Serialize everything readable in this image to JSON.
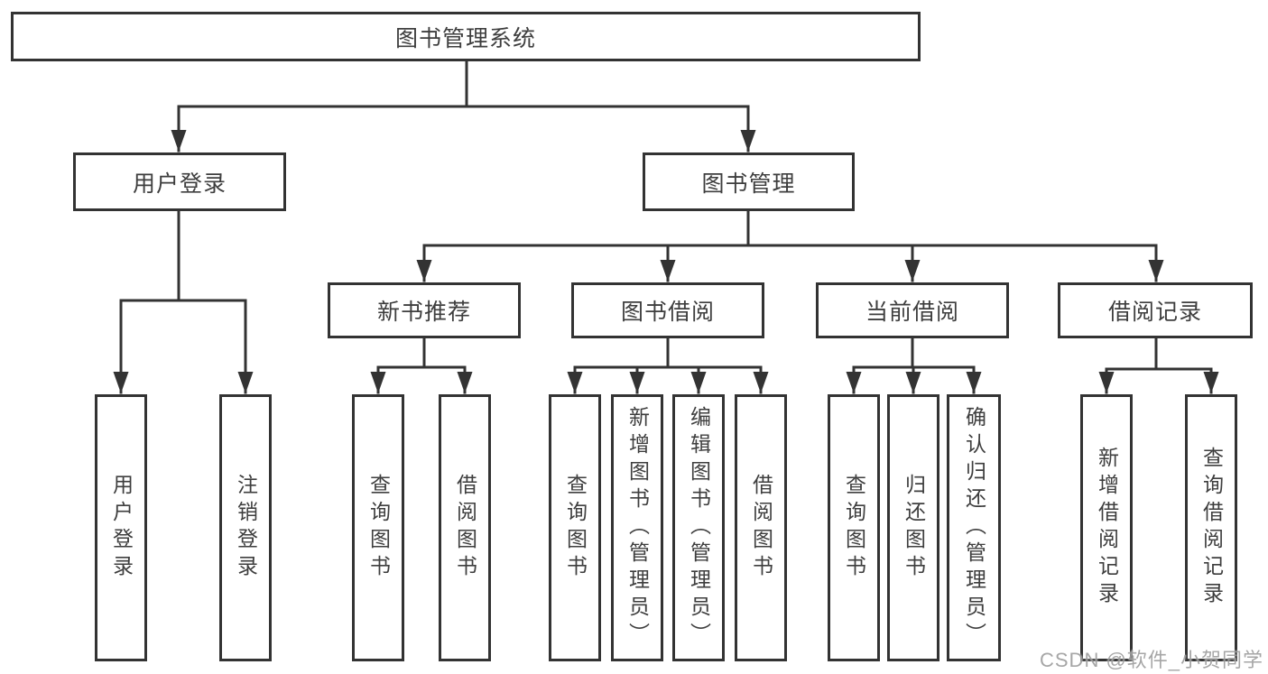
{
  "watermark": "CSDN @软件_小贺同学",
  "colors": {
    "line": "#333333",
    "box_border": "#333333",
    "box_background": "#ffffff",
    "text": "#3e3e3e",
    "watermark_text": "#969696"
  },
  "tree": {
    "root": {
      "label": "图书管理系统",
      "children": [
        {
          "label": "用户登录",
          "children": [
            {
              "label": "用户登录"
            },
            {
              "label": "注销登录"
            }
          ]
        },
        {
          "label": "图书管理",
          "children": [
            {
              "label": "新书推荐",
              "children": [
                {
                  "label": "查询图书"
                },
                {
                  "label": "借阅图书"
                }
              ]
            },
            {
              "label": "图书借阅",
              "children": [
                {
                  "label": "查询图书"
                },
                {
                  "label": "新增图书（管理员）"
                },
                {
                  "label": "编辑图书（管理员）"
                },
                {
                  "label": "借阅图书"
                }
              ]
            },
            {
              "label": "当前借阅",
              "children": [
                {
                  "label": "查询图书"
                },
                {
                  "label": "归还图书"
                },
                {
                  "label": "确认归还（管理员）"
                }
              ]
            },
            {
              "label": "借阅记录",
              "children": [
                {
                  "label": "新增借阅记录"
                },
                {
                  "label": "查询借阅记录"
                }
              ]
            }
          ]
        }
      ]
    }
  }
}
